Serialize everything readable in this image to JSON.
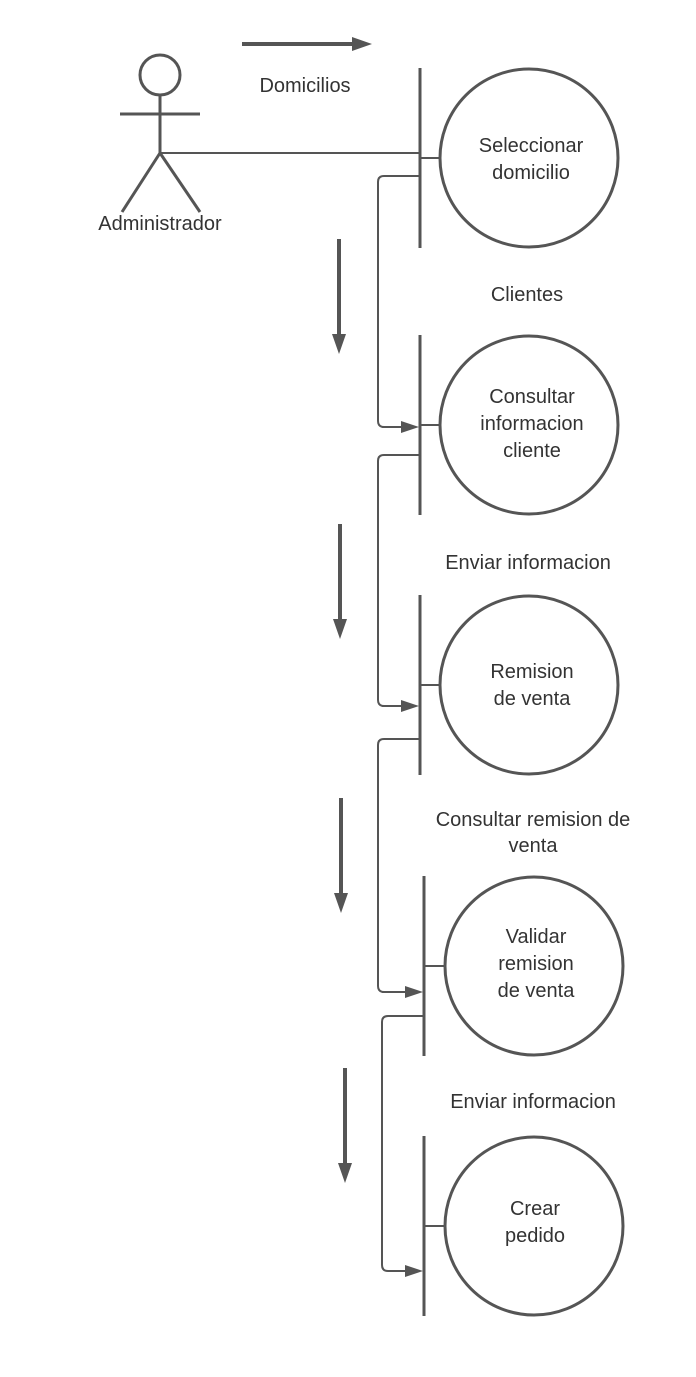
{
  "actor": {
    "label": "Administrador"
  },
  "flow_labels": [
    "Domicilios",
    "Clientes",
    "Enviar informacion",
    "Consultar remision de venta",
    "Enviar informacion"
  ],
  "use_cases": [
    {
      "lines": [
        "Seleccionar",
        "domicilio"
      ]
    },
    {
      "lines": [
        "Consultar",
        "informacion",
        "cliente"
      ]
    },
    {
      "lines": [
        "Remision",
        "de venta"
      ]
    },
    {
      "lines": [
        "Validar",
        "remision",
        "de venta"
      ]
    },
    {
      "lines": [
        "Crear",
        "pedido"
      ]
    }
  ],
  "colors": {
    "stroke": "#555555",
    "text": "#333333",
    "background": "#ffffff"
  }
}
